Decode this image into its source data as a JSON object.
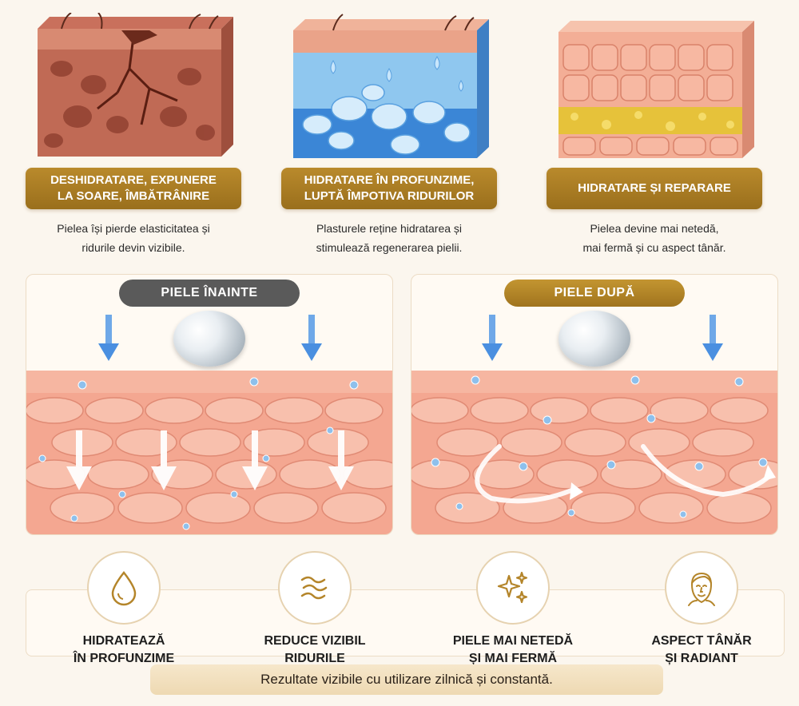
{
  "top_columns": [
    {
      "badge": "DESHIDRATARE, EXPUNERE\nLA SOARE, ÎMBĂTRÂNIRE",
      "description": "Pielea își pierde elasticitatea și\nridurile devin vizibile.",
      "illustration": "damaged-skin-illustration"
    },
    {
      "badge": "HIDRATARE ÎN PROFUNZIME,\nLUPTĂ ÎMPOTIVA RIDURILOR",
      "description": "Plasturele reține hidratarea și\nstimulează regenerarea pielii.",
      "illustration": "hydrated-skin-illustration"
    },
    {
      "badge": "HIDRATARE ȘI REPARARE",
      "description": "Pielea devine mai netedă,\nmai fermă și cu aspect tânăr.",
      "illustration": "repaired-skin-illustration"
    }
  ],
  "comparison": {
    "before_label": "PIELE ÎNAINTE",
    "after_label": "PIELE DUPĂ"
  },
  "benefits": [
    {
      "label": "HIDRATEAZĂ\nÎN PROFUNZIME",
      "icon": "droplet-icon"
    },
    {
      "label": "REDUCE VIZIBIL\nRIDURILE",
      "icon": "smooth-lines-icon"
    },
    {
      "label": "PIELE MAI NETEDĂ\nȘI MAI FERMĂ",
      "icon": "sparkle-icon"
    },
    {
      "label": "ASPECT TÂNĂR\nȘI RADIANT",
      "icon": "face-icon"
    }
  ],
  "footer": "Rezultate vizibile cu utilizare zilnică și constantă.",
  "colors": {
    "gold": "#a8791f",
    "background": "#fbf6ee",
    "skin": "#f2a48f",
    "water": "#4a9be0"
  }
}
